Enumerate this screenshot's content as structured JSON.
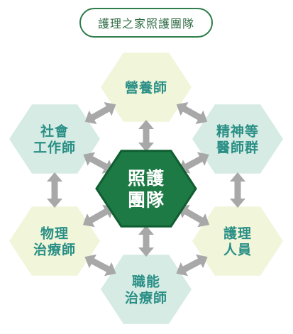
{
  "title": "護理之家照護團隊",
  "center": {
    "lines": [
      "照護",
      "團隊"
    ]
  },
  "nodes": [
    {
      "id": "nutrition",
      "lines": [
        "營養師"
      ],
      "tone": "yellow"
    },
    {
      "id": "psychiatry",
      "lines": [
        "精神等",
        "醫師群"
      ],
      "tone": "teal"
    },
    {
      "id": "nursing",
      "lines": [
        "護理",
        "人員"
      ],
      "tone": "yellow"
    },
    {
      "id": "occupational",
      "lines": [
        "職能",
        "治療師"
      ],
      "tone": "teal"
    },
    {
      "id": "physical",
      "lines": [
        "物理",
        "治療師"
      ],
      "tone": "yellow"
    },
    {
      "id": "social",
      "lines": [
        "社會",
        "工作師"
      ],
      "tone": "teal"
    }
  ],
  "colors": {
    "yellow_fill": "#f1f5d9",
    "teal_fill": "#d5ebe3",
    "label_text": "#2a8f86",
    "center_fill": "#1e7a45",
    "center_border": "#0f5d30",
    "center_text": "#ffffff",
    "arrow": "#a8a8a8",
    "title_border": "#2e7d4a"
  }
}
